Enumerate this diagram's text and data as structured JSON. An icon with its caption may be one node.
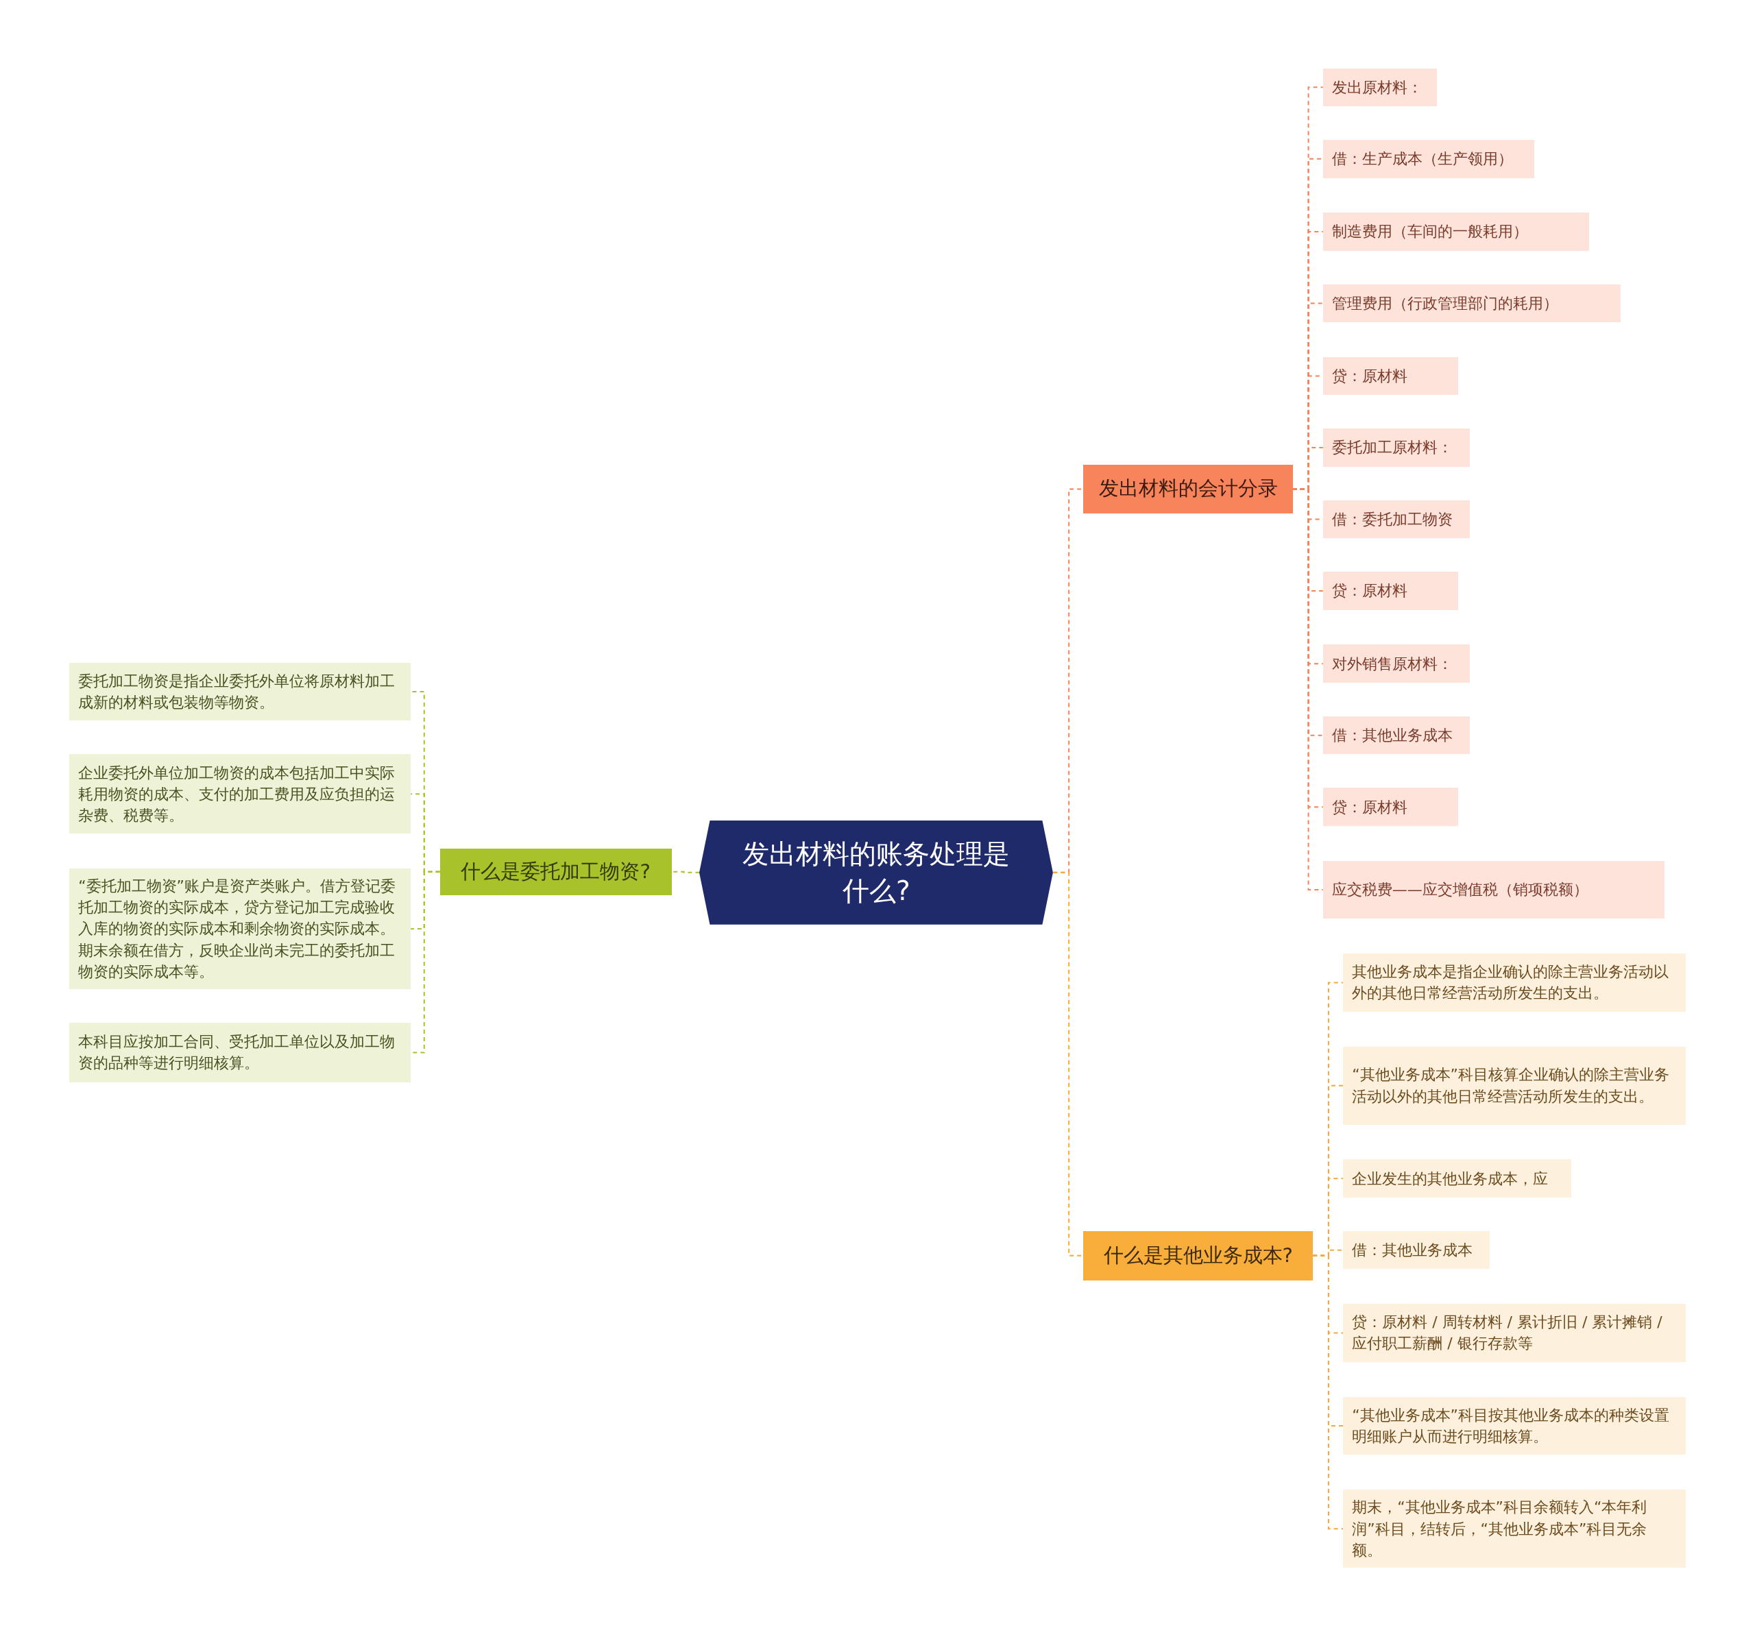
{
  "diagram": {
    "nodes": [
      {
        "text": [
          "发出材料的账务处理是什么?"
        ]
      },
      {
        "text": [
          "什么是委托加工物资?"
        ]
      },
      {
        "text": [
          "委托加工物资是指企业委托外单位将原材料加工成新的材料或包装物等物资。"
        ]
      },
      {
        "text": [
          "企业委托外单位加工物资的成本包括加工中实际耗用物资的成本、支付的加工费用及应负担的运杂费、税费等。"
        ]
      },
      {
        "text": [
          "“委托加工物资”账户是资产类账户。借方登记委托加工物资的实际成本，贷方登记加工完成验收入库的物资的实际成本和剩余物资的实际成本。期末余额在借方，反映企业尚未完工的委托加工物资的实际成本等。"
        ]
      },
      {
        "text": [
          "本科目应按加工合同、受托加工单位以及加工物资的品种等进行明细核算。"
        ]
      },
      {
        "text": [
          "发出材料的会计分录"
        ]
      },
      {
        "text": [
          "发出原材料："
        ]
      },
      {
        "text": [
          "借：生产成本（生产领用）"
        ]
      },
      {
        "text": [
          "制造费用（车间的一般耗用）"
        ]
      },
      {
        "text": [
          "管理费用（行政管理部门的耗用）"
        ]
      },
      {
        "text": [
          "贷：原材料"
        ]
      },
      {
        "text": [
          "委托加工原材料："
        ]
      },
      {
        "text": [
          "借：委托加工物资"
        ]
      },
      {
        "text": [
          "贷：原材料"
        ]
      },
      {
        "text": [
          "对外销售原材料："
        ]
      },
      {
        "text": [
          "借：其他业务成本"
        ]
      },
      {
        "text": [
          "贷：原材料"
        ]
      },
      {
        "text": [
          "应交税费——应交增值税（销项税额）"
        ]
      },
      {
        "text": [
          "什么是其他业务成本?"
        ]
      },
      {
        "text": [
          "其他业务成本是指企业确认的除主营业务活动以外的其他日常经营活动所发生的支出。"
        ]
      },
      {
        "text": [
          "“其他业务成本”科目核算企业确认的除主营业务活动以外的其他日常经营活动所发生的支出。"
        ]
      },
      {
        "text": [
          "企业发生的其他业务成本，应"
        ]
      },
      {
        "text": [
          "借：其他业务成本"
        ]
      },
      {
        "text": [
          "贷：原材料 / 周转材料 / 累计折旧 / 累计摊销 / 应付职工薪酬 / 银行存款等"
        ]
      },
      {
        "text": [
          "“其他业务成本”科目按其他业务成本的种类设置明细账户从而进行明细核算。"
        ]
      },
      {
        "text": [
          "期末，“其他业务成本”科目余额转入“本年利润”科目，结转后，“其他业务成本”科目无余额。"
        ]
      }
    ],
    "edges": [
      {
        "from": 0,
        "to": 1,
        "arrow": "none",
        "style": "dashed",
        "color": "#a8c22b"
      },
      {
        "from": 1,
        "to": 2,
        "arrow": "none",
        "style": "dashed",
        "color": "#a8c22b"
      },
      {
        "from": 1,
        "to": 3,
        "arrow": "none",
        "style": "dashed",
        "color": "#a8c22b"
      },
      {
        "from": 1,
        "to": 4,
        "arrow": "none",
        "style": "dashed",
        "color": "#a8c22b"
      },
      {
        "from": 1,
        "to": 5,
        "arrow": "none",
        "style": "dashed",
        "color": "#a8c22b"
      },
      {
        "from": 0,
        "to": 6,
        "arrow": "none",
        "style": "dashed"
      },
      {
        "from": 6,
        "to": 7,
        "arrow": "none",
        "style": "dashed"
      },
      {
        "from": 6,
        "to": 8,
        "arrow": "none",
        "style": "dashed"
      },
      {
        "from": 6,
        "to": 9,
        "arrow": "none",
        "style": "dashed"
      },
      {
        "from": 6,
        "to": 10,
        "arrow": "none",
        "style": "dashed"
      },
      {
        "from": 6,
        "to": 11,
        "arrow": "none",
        "style": "dashed"
      },
      {
        "from": 6,
        "to": 12,
        "arrow": "none",
        "style": "dashed"
      },
      {
        "from": 6,
        "to": 13,
        "arrow": "none",
        "style": "dashed"
      },
      {
        "from": 6,
        "to": 14,
        "arrow": "none",
        "style": "dashed"
      },
      {
        "from": 6,
        "to": 15,
        "arrow": "none",
        "style": "dashed"
      },
      {
        "from": 6,
        "to": 16,
        "arrow": "none",
        "style": "dashed"
      },
      {
        "from": 6,
        "to": 17,
        "arrow": "none",
        "style": "dashed"
      },
      {
        "from": 6,
        "to": 18,
        "arrow": "none",
        "style": "dashed"
      },
      {
        "from": 0,
        "to": 19,
        "arrow": "none",
        "style": "dashed",
        "color": "#f5a93a"
      },
      {
        "from": 19,
        "to": 20,
        "arrow": "none",
        "style": "dashed",
        "color": "#f5a93a"
      },
      {
        "from": 19,
        "to": 21,
        "arrow": "none",
        "style": "dashed",
        "color": "#f5a93a"
      },
      {
        "from": 19,
        "to": 22,
        "arrow": "none",
        "style": "dashed",
        "color": "#f5a93a"
      },
      {
        "from": 19,
        "to": 23,
        "arrow": "none",
        "style": "dashed",
        "color": "#f5a93a"
      },
      {
        "from": 19,
        "to": 24,
        "arrow": "none",
        "style": "dashed",
        "color": "#f5a93a"
      },
      {
        "from": 19,
        "to": 25,
        "arrow": "none",
        "style": "dashed",
        "color": "#f5a93a"
      },
      {
        "from": 19,
        "to": 26,
        "arrow": "none",
        "style": "dashed",
        "color": "#f5a93a"
      }
    ]
  }
}
